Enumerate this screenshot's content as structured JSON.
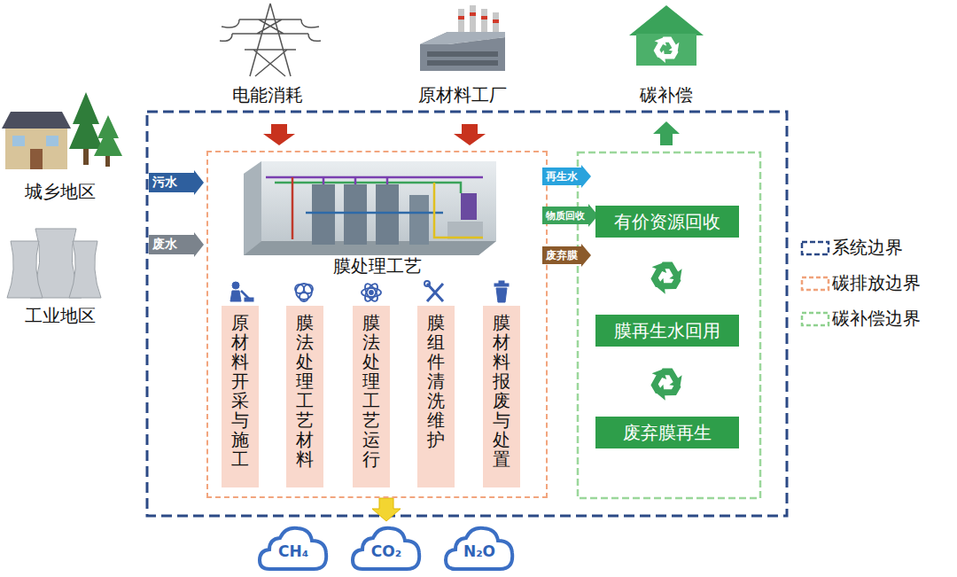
{
  "diagram": {
    "nodes": [
      {
        "text": [
          "膜处理工艺"
        ]
      },
      {
        "text": [
          "原材料开采与施工"
        ],
        "in": 0
      },
      {
        "text": [
          "膜法处理工艺材料"
        ],
        "in": 0
      },
      {
        "text": [
          "膜法处理工艺运行"
        ],
        "in": 0
      },
      {
        "text": [
          "膜组件清洗维护"
        ],
        "in": 0
      },
      {
        "text": [
          "膜材料报废与处置"
        ],
        "in": 0
      },
      {
        "text": [
          "污水"
        ]
      },
      {
        "text": [
          "废水"
        ]
      },
      {
        "text": [
          "再生水"
        ]
      },
      {
        "text": [
          "物质回收"
        ]
      },
      {
        "text": [
          "废弃膜"
        ]
      },
      {
        "text": [
          "有价资源回收"
        ]
      },
      {
        "text": [
          "膜再生水回用"
        ]
      },
      {
        "text": [
          "废弃膜再生"
        ]
      },
      {
        "text": [
          "CH₄"
        ]
      },
      {
        "text": [
          "CO₂"
        ]
      },
      {
        "text": [
          "N₂O"
        ]
      }
    ],
    "edges": [
      {
        "from": 0,
        "to": 15,
        "arrow": "to"
      }
    ],
    "labels": [
      "电能消耗",
      "原材料工厂",
      "碳补偿",
      "城乡地区",
      "工业地区"
    ],
    "legend": [
      {
        "text": "系统边界"
      },
      {
        "text": "碳排放边界"
      },
      {
        "text": "碳补偿边界"
      }
    ]
  }
}
